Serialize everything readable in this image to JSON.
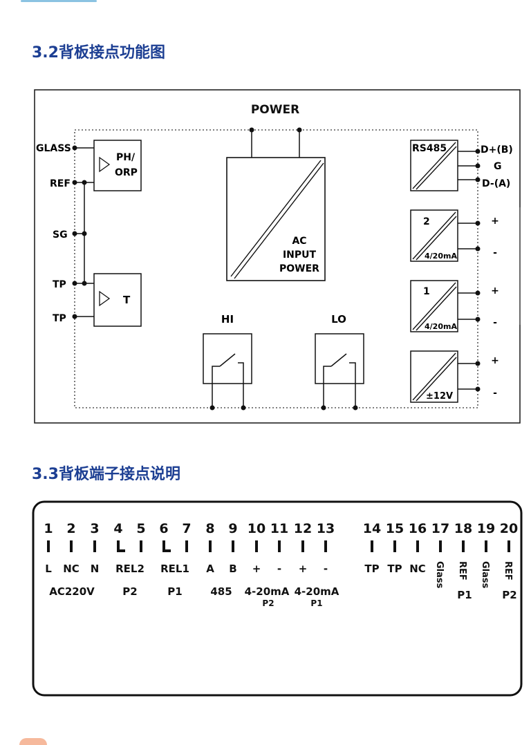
{
  "sections": {
    "s32_title": "3.2背板接点功能图",
    "s33_title": "3.3背板端子接点说明"
  },
  "diagram": {
    "power_label": "POWER",
    "left_terminals": [
      "GLASS",
      "REF",
      "SG",
      "TP",
      "TP"
    ],
    "ph_block": [
      "PH/",
      "ORP"
    ],
    "t_block": "T",
    "ac_block": [
      "AC",
      "INPUT",
      "POWER"
    ],
    "hi_label": "HI",
    "lo_label": "LO",
    "rs485_label": "RS485",
    "rs485_terms": [
      "D+(B)",
      "G",
      "D-(A)"
    ],
    "out2": {
      "num": "2",
      "range": "4/20mA"
    },
    "out1": {
      "num": "1",
      "range": "4/20mA"
    },
    "v12": "±12V",
    "plus": "+",
    "minus": "-"
  },
  "terminals": {
    "numbers": [
      "1",
      "2",
      "3",
      "4",
      "5",
      "6",
      "7",
      "8",
      "9",
      "10",
      "11",
      "12",
      "13",
      "14",
      "15",
      "16",
      "17",
      "18",
      "19",
      "20"
    ],
    "row_labels": {
      "L": "L",
      "NC": "NC",
      "N": "N",
      "REL2": "REL2",
      "REL1": "REL1",
      "A": "A",
      "B": "B",
      "plus": "+",
      "minus": "-",
      "TP": "TP",
      "NC2": "NC",
      "Glass": "Glass",
      "REF": "REF"
    },
    "groups": {
      "ac220v": "AC220V",
      "p2": "P2",
      "p1": "P1",
      "r485": "485",
      "ma1": "4-20mA",
      "ma1_sub": "P2",
      "ma2": "4-20mA",
      "ma2_sub": "P1",
      "ref_p1": "P1",
      "ref_p2": "P2"
    }
  }
}
